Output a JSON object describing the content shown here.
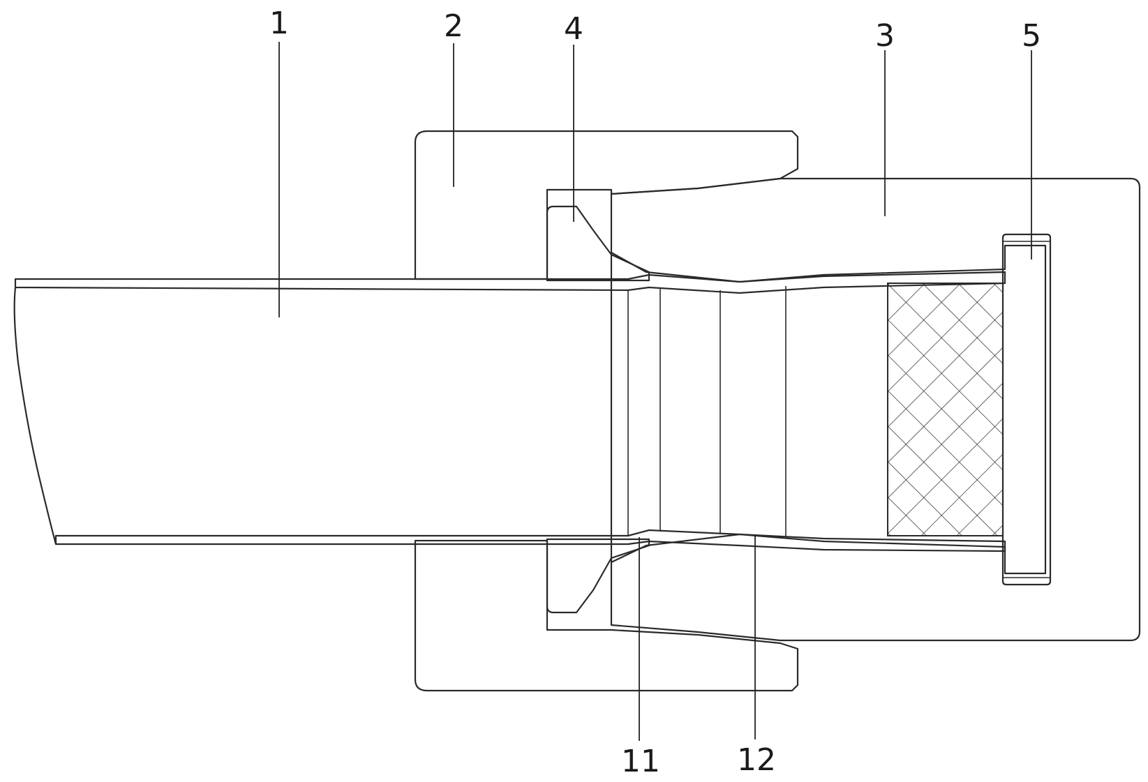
{
  "callouts": {
    "pipe": "1",
    "nut": "2",
    "body": "3",
    "ferrule": "4",
    "seal_ring": "5",
    "groove_1": "11",
    "groove_2": "12"
  },
  "colors": {
    "line": "#2a2a2a",
    "background": "#ffffff"
  }
}
